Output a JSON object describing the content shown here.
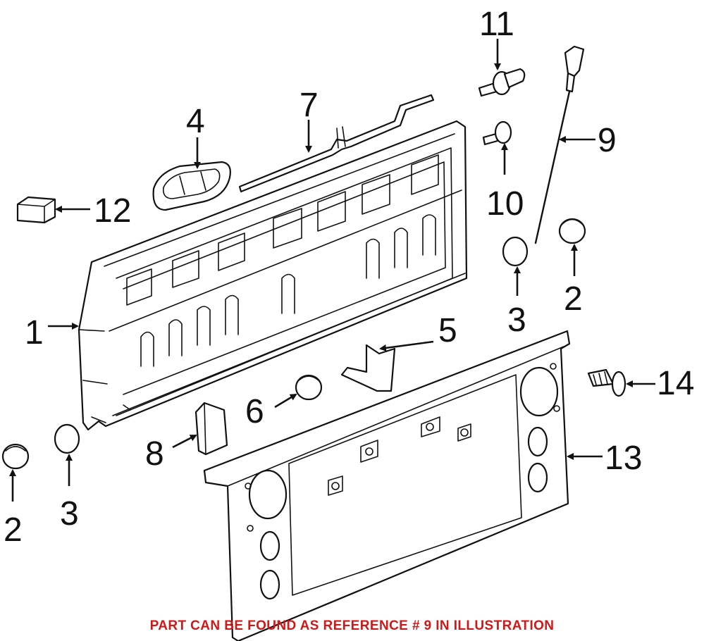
{
  "callouts": {
    "c1": "1",
    "c2a": "2",
    "c2b": "2",
    "c3a": "3",
    "c3b": "3",
    "c4": "4",
    "c5": "5",
    "c6": "6",
    "c7": "7",
    "c8": "8",
    "c9": "9",
    "c10": "10",
    "c11": "11",
    "c12": "12",
    "c13": "13",
    "c14": "14"
  },
  "footer": {
    "note": "PART CAN BE FOUND AS REFERENCE # 9 IN ILLUSTRATION"
  },
  "colors": {
    "line": "#111111",
    "note": "#d01818",
    "background": "#ffffff"
  }
}
